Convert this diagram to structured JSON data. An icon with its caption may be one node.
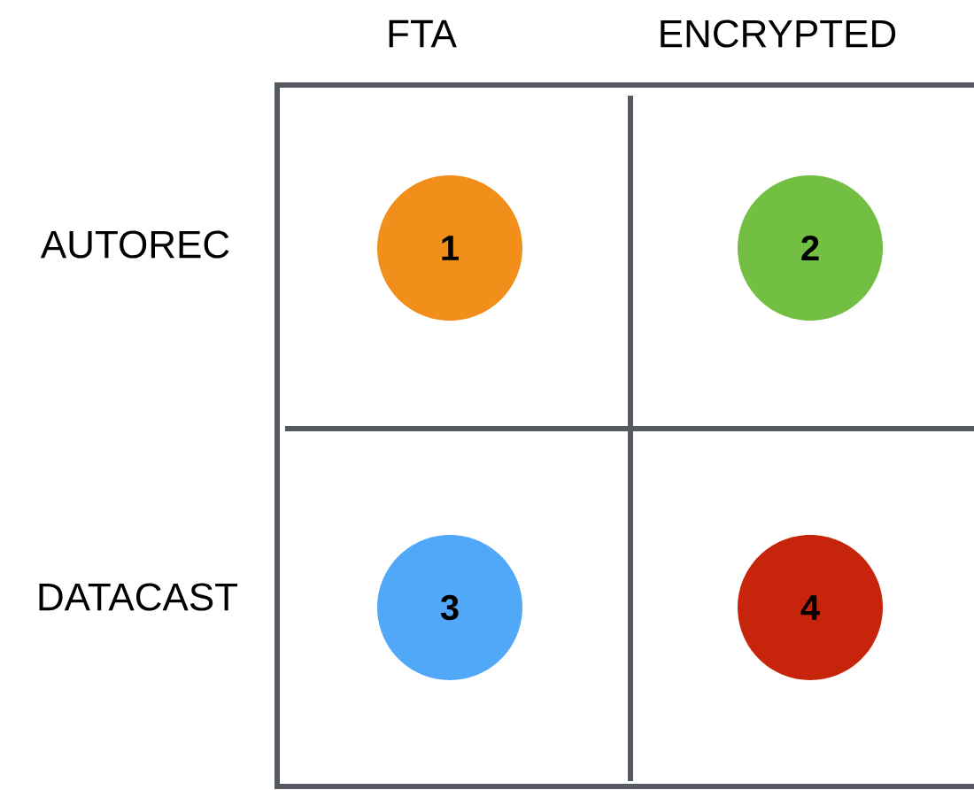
{
  "diagram": {
    "nodes": [
      {
        "text": [
          "1"
        ]
      },
      {
        "text": [
          "2"
        ]
      },
      {
        "text": [
          "3"
        ]
      },
      {
        "text": [
          "4"
        ]
      }
    ],
    "labels": [
      "FTA",
      "ENCRYPTED",
      "AUTOREC",
      "DATACAST"
    ]
  }
}
